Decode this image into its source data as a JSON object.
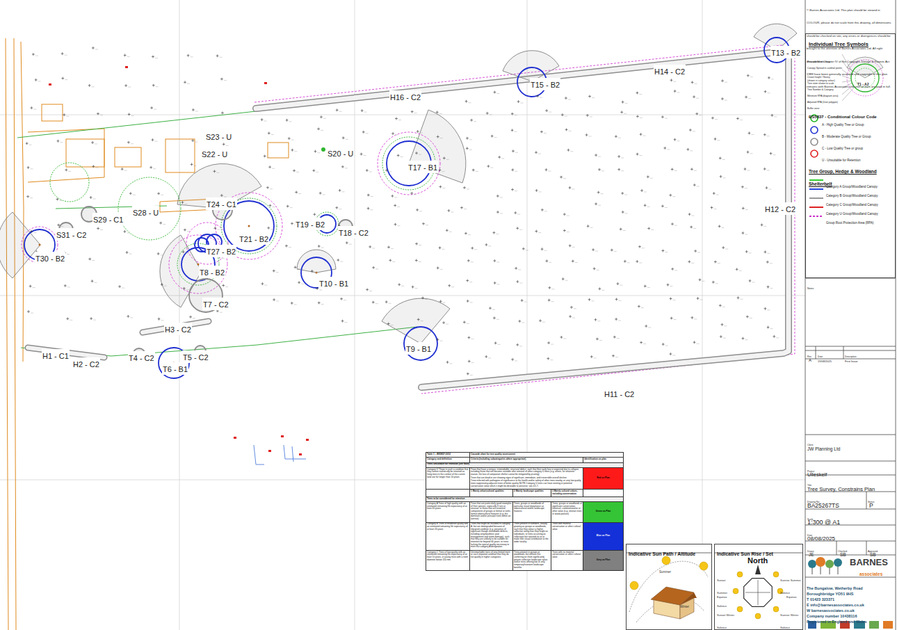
{
  "diagram": {
    "nodes": [
      {
        "text": [
          "Individual Tree Symbols",
          "BS5837 - Conditional Colour Code",
          "Tree Group, Hedge & Woodland Shelterbelt"
        ]
      },
      {
        "text": [
          "Indicative Sun Path / Altitude"
        ]
      },
      {
        "text": [
          "Indicative Sun Rise / Set"
        ]
      }
    ],
    "labels": [
      "T13 - B2",
      "H14 - C2",
      "T15 - B2",
      "H16 - C2",
      "S23 - U",
      "S22 - U",
      "S20 - U",
      "T17 - B1",
      "S28 - U",
      "S29 - C1",
      "T24 - C1",
      "T19 - B2",
      "T18 - C2",
      "T21 - B2",
      "T27 - B2",
      "T8 - B2",
      "T10 - B1",
      "T7 - C2",
      "S31 - C2",
      "T30 - B2",
      "H12 - C2",
      "T9 - B1",
      "H11 - C2",
      "H3 - C2",
      "H1 - C1",
      "H2 - C2",
      "T4 - C2",
      "T5 - C2",
      "T6 - B1",
      "© Barnes Associates Ltd. This plan should be viewed in COLOUR, please do not scale from this drawing, all dimensions should be checked on site, any errors or divergences should be brought to the attention of Barnes Associates Ltd. All right described in Chapter IV of the Copyright, Design & Patents Act 1988 have been generally asserted and copyright of this plan remains with Barnes Associates Ltd until all fees are paid in full.",
      "Principal Stem/s trace",
      "Canopy Spread in cardinal points (shown in category colour)",
      "Crown height / Storey",
      "Tree stem shown to scale",
      "Tree Number & Category",
      "Minimum RPA (diagram area)",
      "Adjusted RPA (User polygon)",
      "Buffer zone",
      "T1 - A2",
      "Notes",
      "Rev",
      "Date",
      "Description",
      "A",
      "19/08/2025",
      "First Issue",
      "Client",
      "JW Planning Ltd",
      "Project",
      "Ulleskelf",
      "Title",
      "Tree Survey, Constrains Plan",
      "Drawing No.",
      "BA25267TS",
      "Status",
      "P",
      "Scale",
      "1:300 @ A1",
      "Date",
      "08/08/2025",
      "Drawn",
      "Checked",
      "Approved",
      "JE",
      "SB",
      "SB",
      "BARNES",
      "associates",
      "The Bungalow, Wetherby Road",
      "Boroughbridge YO51 9HS",
      "T 01423 323371",
      "E info@barnesassociates.co.uk",
      "W barnesassociates.co.uk",
      "Company number 10438116",
      "Registered in England and Wales",
      "North",
      "Summer",
      "Winter",
      "Sunset Summer Solstice",
      "Sunrise Summer Solstice",
      "Equinox",
      "Equinox",
      "Sunset Winter Solstice",
      "Sunrise Winter Solstice",
      "Table 1 – BS5837:2012",
      "Cascade chart for tree quality assessment",
      "Category and definition",
      "Criteria (including subcategories where appropriate)",
      "Identification on plan",
      "Trees unsuitable for retention (see Note)",
      "Category U Those in such a condition that they cannot realistically be retained as living trees in the context of the current land use for longer than 10 years",
      "Trees that have a serious, irremediable, structural defect, such that their early loss is expected due to collapse, including those that will become unviable after removal of other category U trees (e.g. where, for whatever reason, the loss of companion shelter cannot be mitigated by pruning)",
      "Trees that are dead or are showing signs of significant, immediate, and irreversible overall decline",
      "Trees infected with pathogens of significance to the health and/or safety of other trees nearby, or very low quality trees suppressing adjacent trees of better quality NOTE Category U trees can have existing or potential conservation value which it might be desirable to preserve; see 4.5.7.",
      "Red on Plan",
      "1 Mainly arboricultural qualities",
      "2 Mainly landscape qualities",
      "3 Mainly cultural values, including conservation",
      "Trees to be considered for retention",
      "Category A Trees of high quality with an estimated remaining life expectancy of at least 40 years",
      "Trees that are particularly good examples of their species, especially if rare or unusual; or those that are essential components of groups or formal or semi-formal arboricultural features (e.g. the dominant and/or principal trees within an avenue)",
      "Trees, groups or woodlands of particular visual importance as arboricultural and/or landscape features",
      "Trees, groups or woodlands of significant conservation, historical, commemorative or other value (e.g. veteran trees or wood-pasture)",
      "Green on Plan",
      "Category B Trees of moderate quality with an estimated remaining life expectancy of at least 20 years",
      "Trees that might be included in category A, but are downgraded because of impaired condition (e.g. presence of significant though remediable defects, including unsympathetic past management and storm damage), such that they are unlikely to be suitable for retention for beyond 40 years; or trees lacking the special quality necessary to merit the category A designation",
      "Trees present in numbers, usually growing as groups or woodlands, such that they attract a higher collective rating than they might as individuals; or trees occurring as collectives but situated so as to make little visual contribution to the wider locality",
      "Trees with material conservation or other cultural value",
      "Blue on Plan",
      "Category C Trees of low quality with an estimated remaining life expectancy of at least 10 years, or young trees with a stem diameter below 150 mm",
      "Unremarkable trees of very limited merit or such impaired condition that they do not qualify in higher categories",
      "Trees present in groups or woodlands, but without this conferring on them significantly greater collective landscape value; and/or trees offering low or only temporary/transient landscape benefits",
      "Trees with no material conservation or other cultural value",
      "Grey on Plan"
    ],
    "legend": [
      {
        "text": "A - High Quality Tree or Group",
        "color": "#1db31d"
      },
      {
        "text": "B - Moderate Quality Tree or Group",
        "color": "#1f2fd0"
      },
      {
        "text": "C - Low Quality Tree or group",
        "color": "#8c8c8c"
      },
      {
        "text": "U - Unsuitable for Retention",
        "color": "#e02020"
      },
      {
        "text": "Category A Group/Woodland Canopy",
        "color": "#33cc33"
      },
      {
        "text": "Category B Group/Woodland Canopy",
        "color": "#2244dd"
      },
      {
        "text": "Category C Group/Woodland Canopy",
        "color": "#999999"
      },
      {
        "text": "Category U Group/Woodland Canopy",
        "color": "#dd2222"
      },
      {
        "text": "Group Root Protection Area (RPA)",
        "color": "#cc33cc"
      }
    ]
  }
}
